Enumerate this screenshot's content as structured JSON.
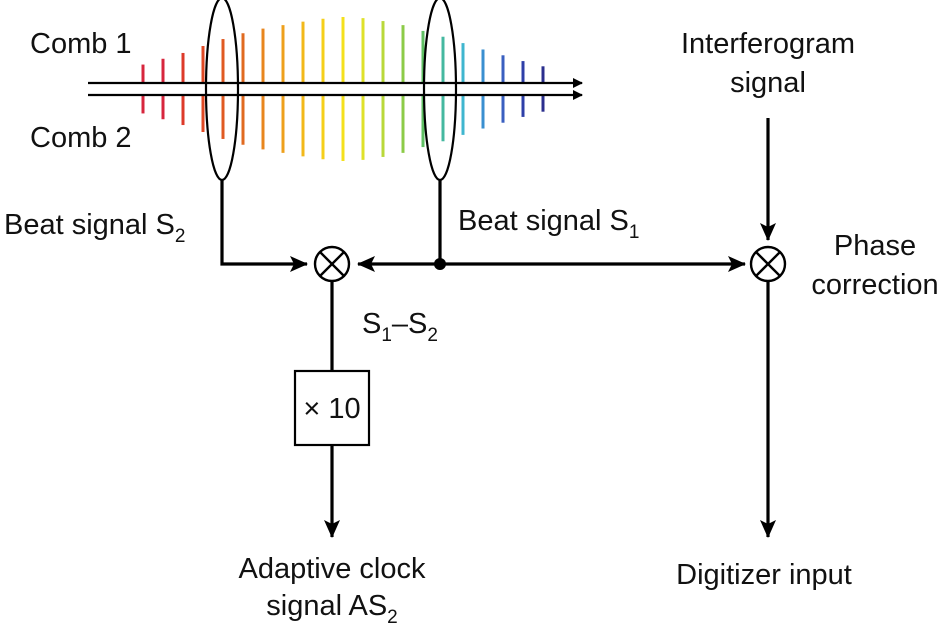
{
  "labels": {
    "comb1": "Comb 1",
    "comb2": "Comb 2",
    "interferogram_line1": "Interferogram",
    "interferogram_line2": "signal",
    "beat_s2_main": "Beat signal S",
    "beat_s2_sub": "2",
    "beat_s1_main": "Beat signal S",
    "beat_s1_sub": "1",
    "phase_line1": "Phase",
    "phase_line2": "correction",
    "diff_s": "S",
    "diff_sub1": "1",
    "diff_dash": "–S",
    "diff_sub2": "2",
    "multiplier": "× 10",
    "adaptive_line1": "Adaptive clock",
    "adaptive_line2": "signal AS",
    "adaptive_sub": "2",
    "digitizer": "Digitizer input"
  },
  "colors": {
    "line": "#000000",
    "background": "#ffffff"
  },
  "comb1_teeth": [
    {
      "color": "#d7263d",
      "level": 0.18
    },
    {
      "color": "#d7263d",
      "level": 0.28
    },
    {
      "color": "#dd3a2a",
      "level": 0.38
    },
    {
      "color": "#e04a25",
      "level": 0.5
    },
    {
      "color": "#e05a22",
      "level": 0.62
    },
    {
      "color": "#e06a20",
      "level": 0.72
    },
    {
      "color": "#e8861e",
      "level": 0.8
    },
    {
      "color": "#eea01c",
      "level": 0.86
    },
    {
      "color": "#f2b81a",
      "level": 0.92
    },
    {
      "color": "#f5cf1a",
      "level": 0.97
    },
    {
      "color": "#f4e01c",
      "level": 1.0
    },
    {
      "color": "#dfe12a",
      "level": 0.98
    },
    {
      "color": "#b9d83a",
      "level": 0.93
    },
    {
      "color": "#8ccb48",
      "level": 0.86
    },
    {
      "color": "#5fbf63",
      "level": 0.76
    },
    {
      "color": "#45b8a0",
      "level": 0.66
    },
    {
      "color": "#3fb6cf",
      "level": 0.55
    },
    {
      "color": "#3a8fd0",
      "level": 0.44
    },
    {
      "color": "#3a5fc0",
      "level": 0.34
    },
    {
      "color": "#2e3fa8",
      "level": 0.24
    },
    {
      "color": "#2b2f8e",
      "level": 0.15
    }
  ],
  "comb2_teeth": [
    {
      "color": "#d7263d",
      "level": 0.18
    },
    {
      "color": "#d7263d",
      "level": 0.28
    },
    {
      "color": "#dd3a2a",
      "level": 0.38
    },
    {
      "color": "#e04a25",
      "level": 0.5
    },
    {
      "color": "#e05a22",
      "level": 0.62
    },
    {
      "color": "#e06a20",
      "level": 0.72
    },
    {
      "color": "#e8861e",
      "level": 0.8
    },
    {
      "color": "#eea01c",
      "level": 0.86
    },
    {
      "color": "#f2b81a",
      "level": 0.92
    },
    {
      "color": "#f5cf1a",
      "level": 0.97
    },
    {
      "color": "#f4e01c",
      "level": 1.0
    },
    {
      "color": "#dfe12a",
      "level": 0.98
    },
    {
      "color": "#b9d83a",
      "level": 0.93
    },
    {
      "color": "#8ccb48",
      "level": 0.86
    },
    {
      "color": "#5fbf63",
      "level": 0.76
    },
    {
      "color": "#45b8a0",
      "level": 0.66
    },
    {
      "color": "#3fb6cf",
      "level": 0.55
    },
    {
      "color": "#3a8fd0",
      "level": 0.44
    },
    {
      "color": "#3a5fc0",
      "level": 0.34
    },
    {
      "color": "#2e3fa8",
      "level": 0.24
    },
    {
      "color": "#2b2f8e",
      "level": 0.15
    }
  ]
}
